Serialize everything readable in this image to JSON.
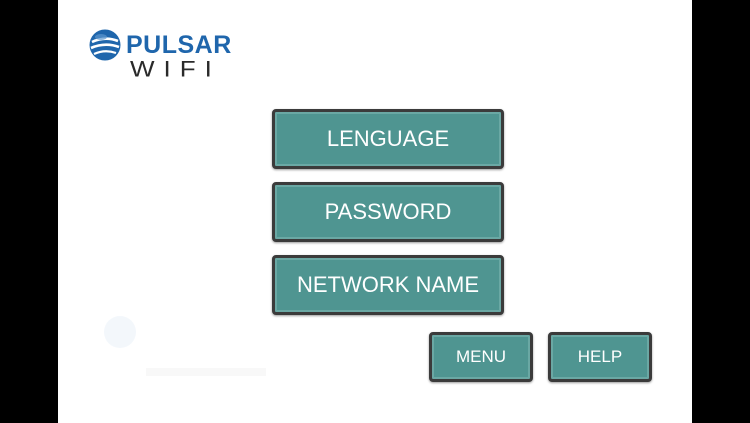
{
  "app": {
    "brand": "PULSAR",
    "subtitle": "WIFI"
  },
  "menu": {
    "items": [
      {
        "label": "LENGUAGE"
      },
      {
        "label": "PASSWORD"
      },
      {
        "label": "NETWORK NAME"
      }
    ]
  },
  "footer": {
    "menu_label": "MENU",
    "help_label": "HELP"
  },
  "colors": {
    "button_fill": "#4f9591",
    "button_border": "#3b3b3b",
    "brand_blue": "#1f66ac"
  },
  "icons": {
    "logo": "globe-logo-icon"
  }
}
